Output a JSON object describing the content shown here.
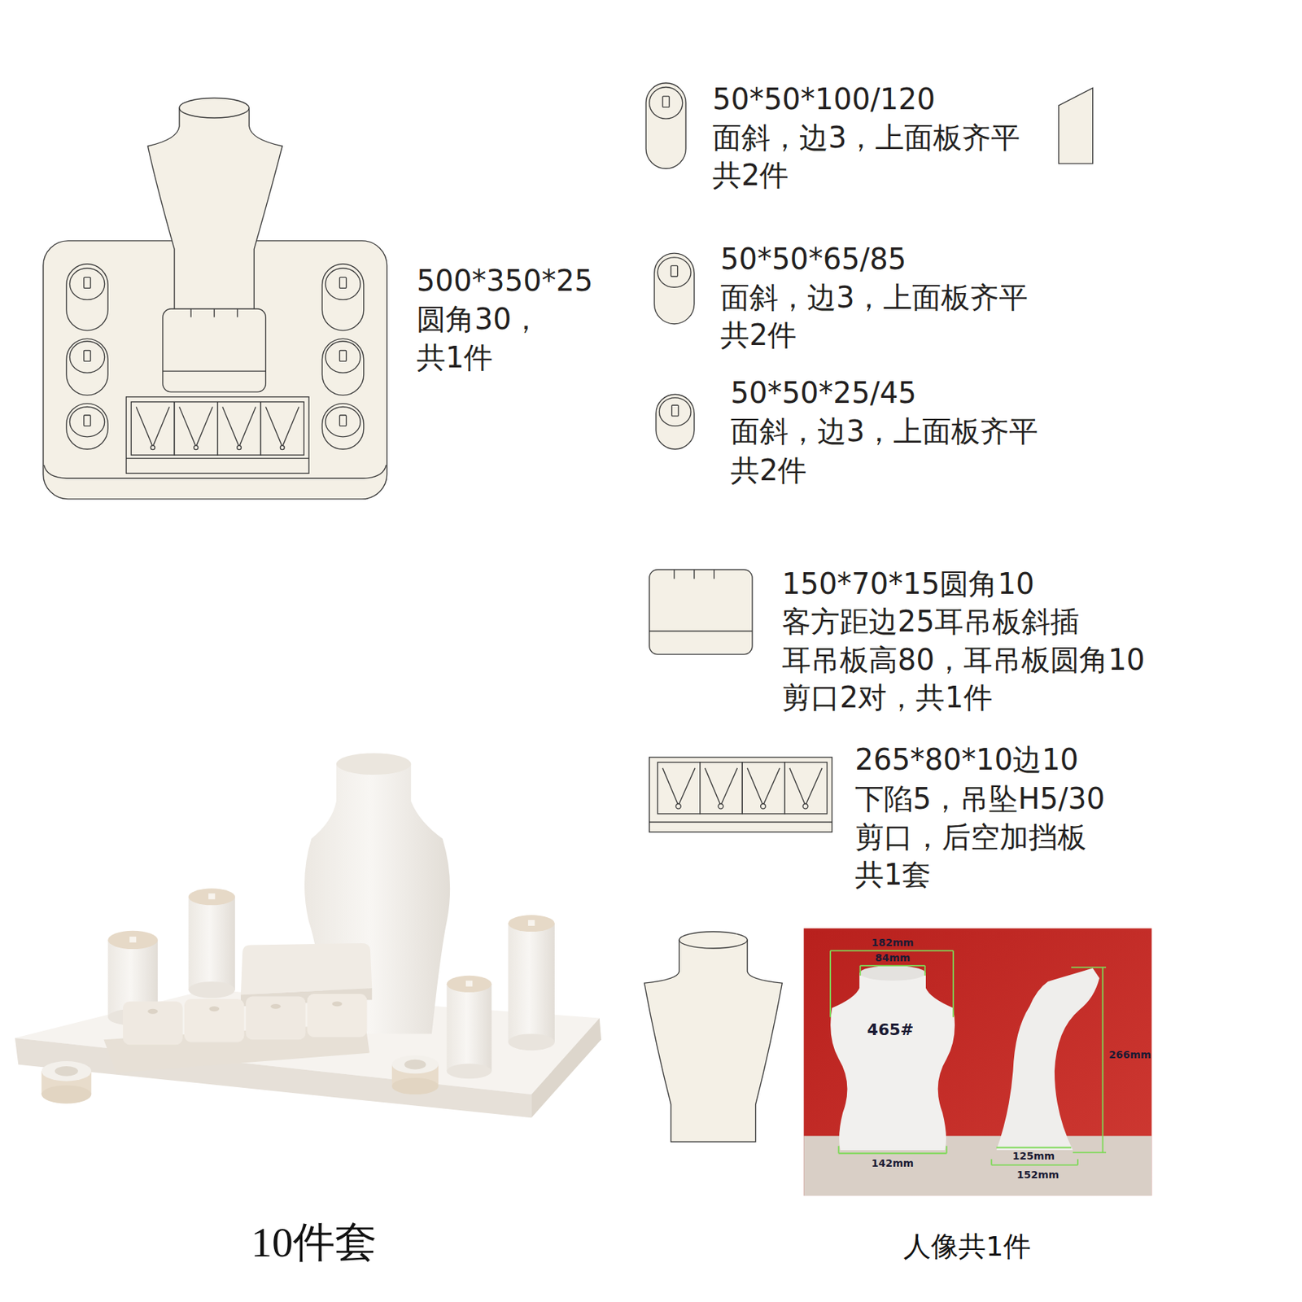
{
  "diagram": {
    "labels": [
      "500*350*25",
      "圆角30，",
      "共1件",
      "50*50*100/120",
      "面斜，边3，上面板齐平",
      "共2件",
      "50*50*65/85",
      "面斜，边3，上面板齐平",
      "共2件",
      "50*50*25/45",
      "面斜，边3，上面板齐平",
      "共2件",
      "150*70*15圆角10",
      "客方距边25耳吊板斜插",
      "耳吊板高80，耳吊板圆角10",
      "剪口2对，共1件",
      "265*80*10边10",
      "下陷5，吊坠H5/30",
      "剪口，后空加挡板",
      "共1套",
      "10件套",
      "182mm",
      "84mm",
      "465#",
      "266mm",
      "142mm",
      "125mm",
      "152mm",
      "人像共1件"
    ]
  }
}
